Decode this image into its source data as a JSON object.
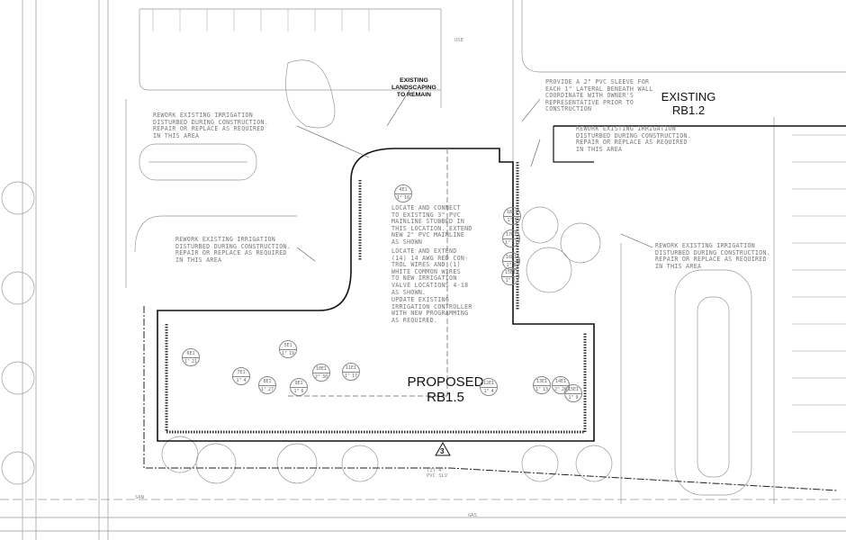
{
  "labels": {
    "existing_building": {
      "line1": "EXISTING",
      "line2": "RB1.2"
    },
    "proposed_building": {
      "line1": "PROPOSED",
      "line2": "RB1.5"
    },
    "existing_landscaping": "EXISTING\nLANDSCAPING\nTO REMAIN",
    "detail_marker": "3",
    "sleeve_note": "(2) 4\"\nPVC SLV"
  },
  "notes": {
    "rework": "REWORK EXISTING IRRIGATION\nDISTURBED DURING CONSTRUCTION.\nREPAIR OR REPLACE AS REQUIRED\nIN THIS AREA",
    "provide_sleeve": "PROVIDE A 2\" PVC SLEEVE FOR\nEACH 1\" LATERAL BENEATH WALL\nCOORDINATE WITH OWNER'S\nREPRESENTATIVE PRIOR TO\nCONSTRUCTION",
    "locate_connect": "LOCATE AND CONNECT\nTO EXISTING 3\" PVC\nMAINLINE STUBBED IN\nTHIS LOCATION. EXTEND\nNEW 2\" PVC MAINLINE\nAS SHOWN",
    "locate_extend": "LOCATE AND EXTEND\n(14) 14 AWG RED CON-\nTROL WIRES AND (1)\nWHITE COMMON WIRES\nTO NEW IRRIGATION\nVALVE LOCATIONS 4-18\nAS SHOWN.",
    "update_controller": "UPDATE EXISTING\nIRRIGATION CONTROLLER\nWITH NEW PROGRAMMING\nAS REQUIRED."
  },
  "valve_callouts": [
    {
      "id": "4E1",
      "size": "1\"",
      "gpm": "16"
    },
    {
      "id": "18E1",
      "size": "1\"",
      "gpm": "5"
    },
    {
      "id": "17E1",
      "size": "1\"",
      "gpm": "11"
    },
    {
      "id": "16E1",
      "size": "1\"",
      "gpm": "8"
    },
    {
      "id": "15E1",
      "size": "1\"",
      "gpm": "8"
    },
    {
      "id": "5E1",
      "size": "1\"",
      "gpm": "19"
    },
    {
      "id": "6E1",
      "size": "1\"",
      "gpm": "21"
    },
    {
      "id": "7E1",
      "size": "1\"",
      "gpm": "4"
    },
    {
      "id": "8E1",
      "size": "1\"",
      "gpm": "27"
    },
    {
      "id": "9E1",
      "size": "1\"",
      "gpm": "6"
    },
    {
      "id": "10E1",
      "size": "2\"",
      "gpm": "30"
    },
    {
      "id": "11E1",
      "size": "1\"",
      "gpm": "17"
    },
    {
      "id": "12E1",
      "size": "1\"",
      "gpm": "4"
    },
    {
      "id": "13E1",
      "size": "1\"",
      "gpm": "13"
    },
    {
      "id": "14E1",
      "size": "2\"",
      "gpm": "28"
    },
    {
      "id": "15E1",
      "size": "1\"",
      "gpm": "9"
    }
  ],
  "utility_labels": [
    "SAN",
    "USE",
    "GAS"
  ],
  "colors": {
    "line": "#111111",
    "light_line": "#999999",
    "text": "#777777"
  }
}
